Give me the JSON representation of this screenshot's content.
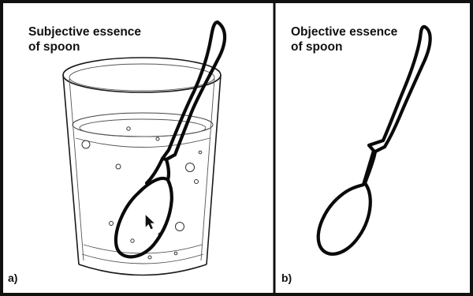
{
  "panels": [
    {
      "id": "a",
      "label": "a)",
      "title_lines": [
        "Subjective essence",
        "of spoon"
      ]
    },
    {
      "id": "b",
      "label": "b)",
      "title_lines": [
        "Objective essence",
        "of spoon"
      ]
    }
  ],
  "colors": {
    "ink": "#111111",
    "background": "#ffffff"
  },
  "icons": {
    "cursor": "mouse-pointer-icon"
  }
}
